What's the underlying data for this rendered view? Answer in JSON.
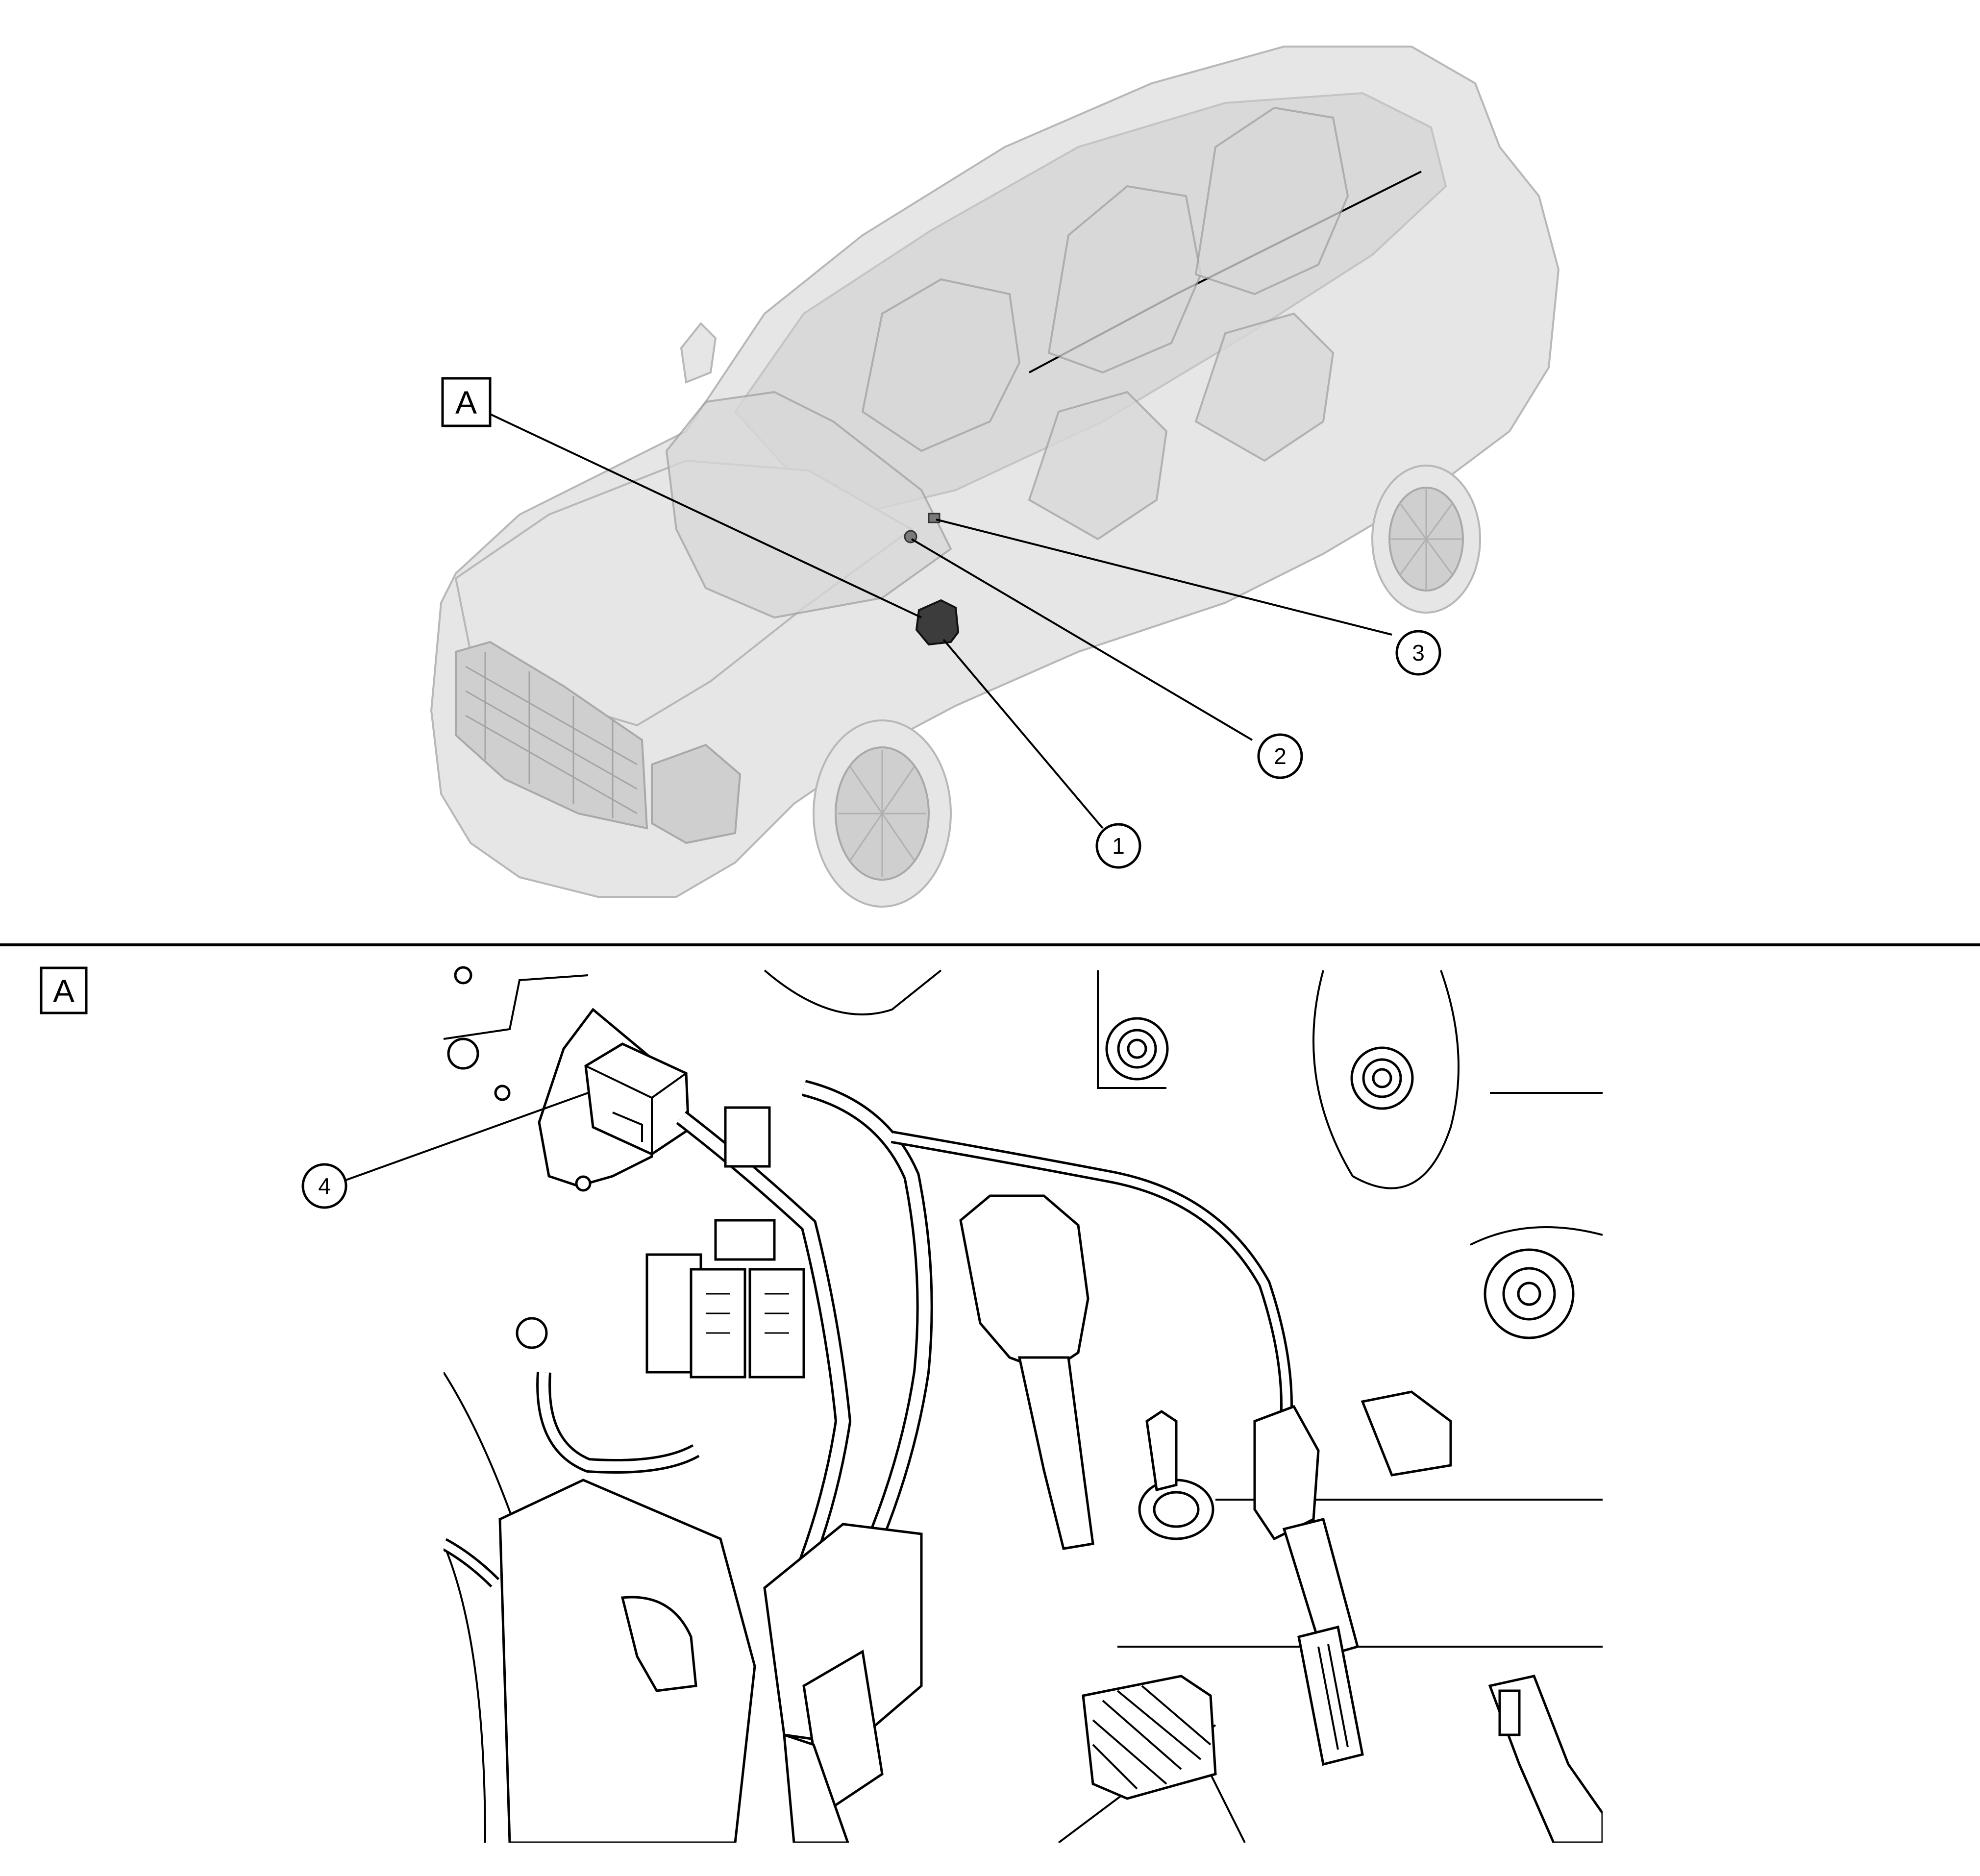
{
  "overview": {
    "view_label": "A",
    "callouts": [
      "1",
      "2",
      "3"
    ]
  },
  "detail": {
    "view_label": "A",
    "callouts": [
      "4"
    ]
  }
}
